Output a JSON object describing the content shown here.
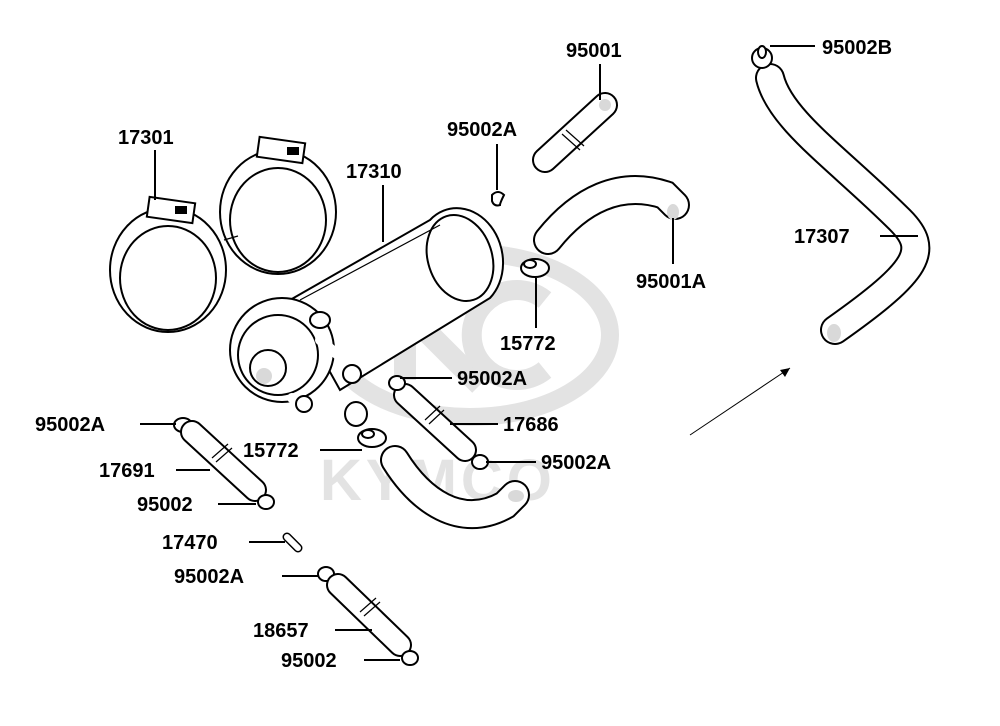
{
  "watermark": {
    "brand": "KYMCO"
  },
  "callouts": [
    {
      "part_no": "17301"
    },
    {
      "part_no": "17310"
    },
    {
      "part_no": "95001"
    },
    {
      "part_no": "95002A"
    },
    {
      "part_no": "95002B"
    },
    {
      "part_no": "17307"
    },
    {
      "part_no": "95001A"
    },
    {
      "part_no": "15772"
    },
    {
      "part_no": "95002A"
    },
    {
      "part_no": "17686"
    },
    {
      "part_no": "95002A"
    },
    {
      "part_no": "95002A"
    },
    {
      "part_no": "15772"
    },
    {
      "part_no": "17691"
    },
    {
      "part_no": "95002"
    },
    {
      "part_no": "17470"
    },
    {
      "part_no": "95002A"
    },
    {
      "part_no": "18657"
    },
    {
      "part_no": "95002"
    }
  ]
}
